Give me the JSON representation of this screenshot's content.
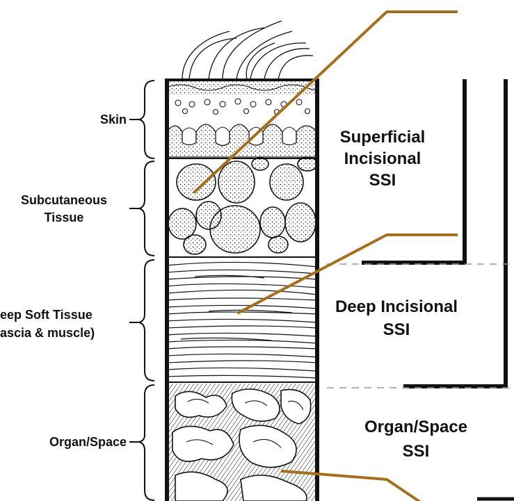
{
  "layers": [
    {
      "id": "skin",
      "label_lines": [
        "Skin"
      ]
    },
    {
      "id": "subcutaneous",
      "label_lines": [
        "Subcutaneous",
        "Tissue"
      ]
    },
    {
      "id": "deep-soft",
      "label_lines": [
        "eep Soft Tissue",
        "ascia & muscle)"
      ]
    },
    {
      "id": "organ-space",
      "label_lines": [
        "Organ/Space"
      ]
    }
  ],
  "ssi_regions": [
    {
      "id": "superficial",
      "label_lines": [
        "Superficial",
        "Incisional",
        "SSI"
      ]
    },
    {
      "id": "deep",
      "label_lines": [
        "Deep Incisional",
        "SSI"
      ]
    },
    {
      "id": "organ",
      "label_lines": [
        "Organ/Space",
        "SSI"
      ]
    }
  ],
  "colors": {
    "ink": "#111111",
    "leader": "#a56f1f",
    "dashed": "#9a9a9a",
    "background": "#ffffff"
  }
}
